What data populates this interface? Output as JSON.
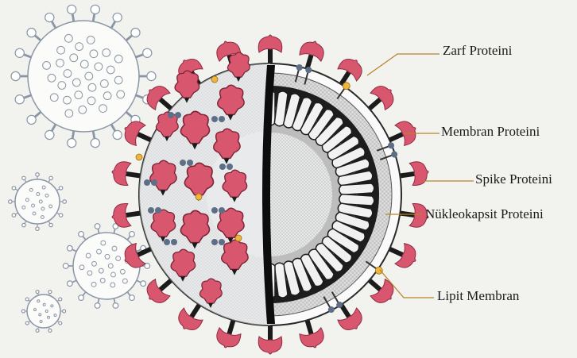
{
  "diagram": {
    "labels": {
      "zarf": "Zarf Proteini",
      "membran": "Membran Proteini",
      "spike": "Spike Proteini",
      "nukleokapsit": "Nükleokapsit Proteini",
      "lipit": "Lipit Membran"
    },
    "colors": {
      "background": "#f2f2ef",
      "spike": "#d9566f",
      "spike_dark": "#1b1b1b",
      "bg_virus_stroke": "#8a96a6",
      "membrane_protein": "#5c6f86",
      "envelope_protein": "#f0b63c",
      "leader_line": "#b8842a"
    }
  }
}
